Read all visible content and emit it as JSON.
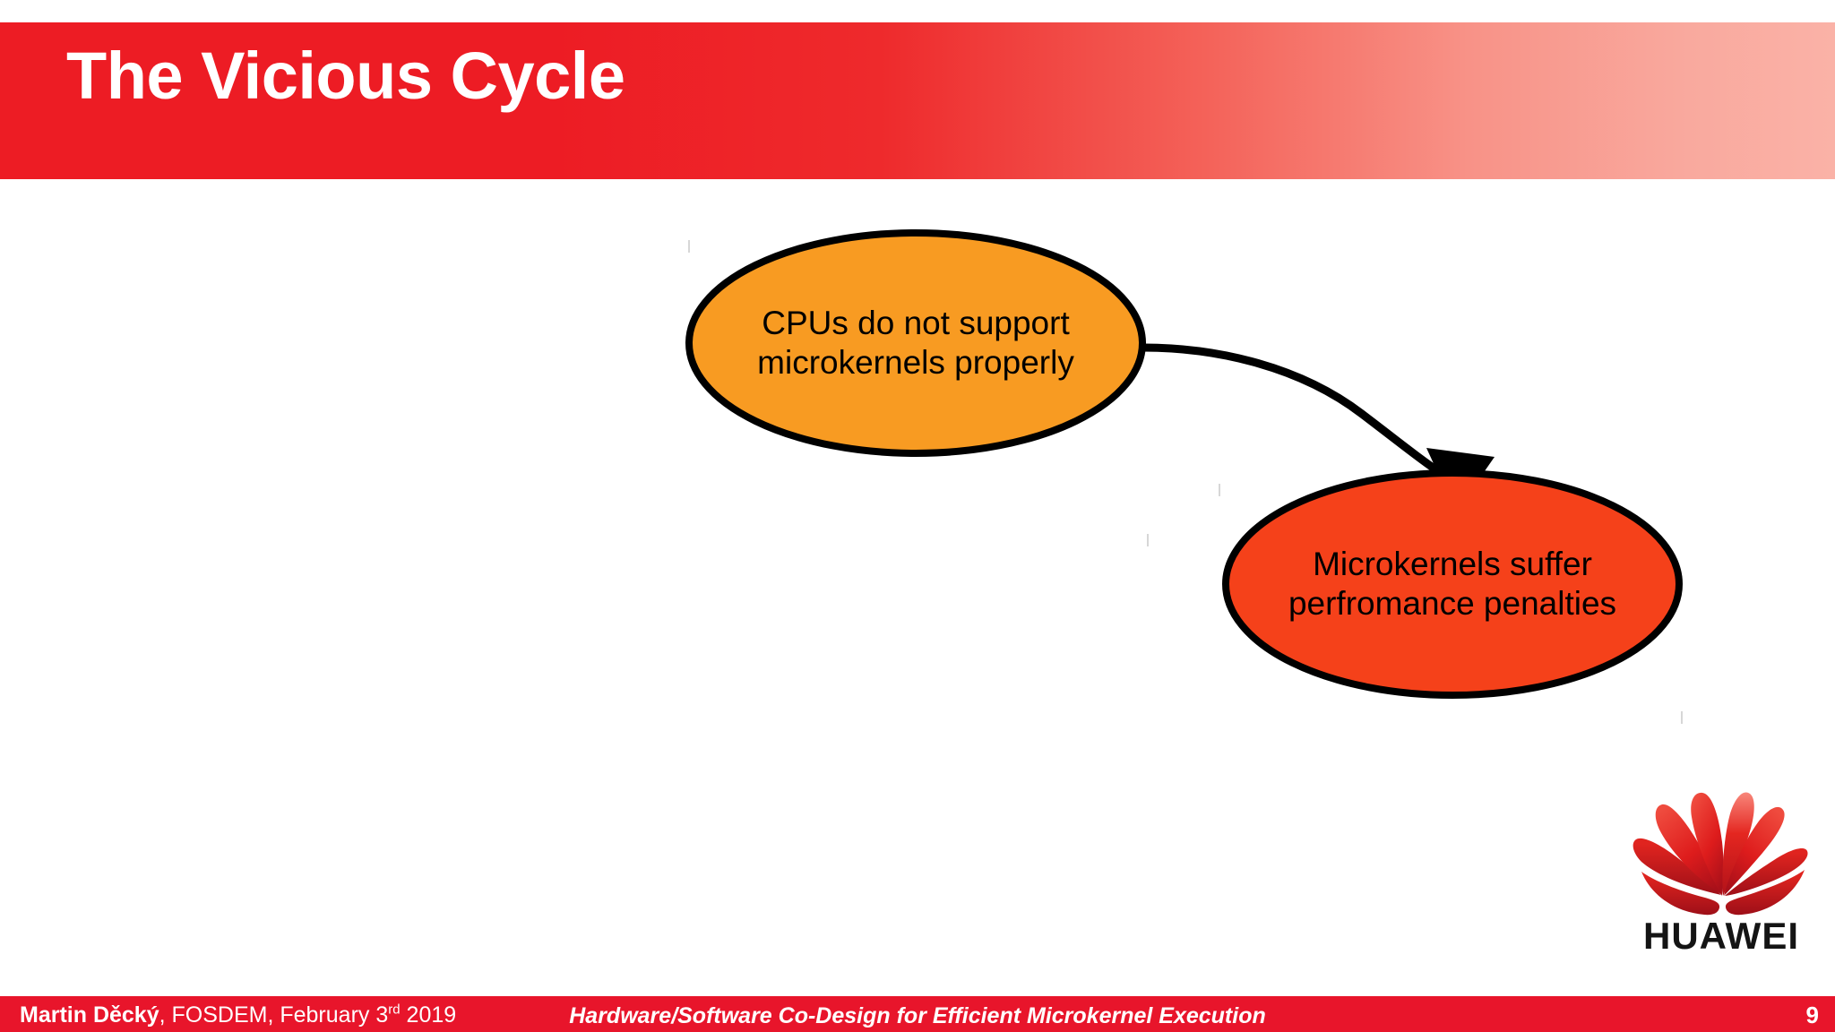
{
  "slide": {
    "title": "The Vicious Cycle",
    "page_number": "9",
    "background_color": "#FFFFFF"
  },
  "theme": {
    "title_band_start": "#ED1C24",
    "title_band_end": "#FAB2A7",
    "footer_bar": "#E8152B",
    "title_color": "#FFFFFF",
    "node_stroke": "#000000"
  },
  "diagram": {
    "type": "cycle",
    "nodes": [
      {
        "id": "cpus",
        "shape": "ellipse",
        "fill": "#F89B22",
        "line1": "CPUs do not support",
        "line2": "microkernels properly"
      },
      {
        "id": "microkernels",
        "shape": "ellipse",
        "fill": "#F5411A",
        "line1": "Microkernels suffer",
        "line2": "perfromance penalties"
      }
    ],
    "edges": [
      {
        "from": "cpus",
        "to": "microkernels",
        "style": "curved-arrow",
        "color": "#000000"
      }
    ]
  },
  "logo": {
    "name": "huawei-logo",
    "wordmark": "HUAWEI",
    "petal_color": "#E2231A",
    "wordmark_color": "#141414"
  },
  "footer": {
    "author": "Martin Děcký",
    "rest": ", FOSDEM, February 3",
    "ordinal": "rd",
    "year": " 2019",
    "center": "Hardware/Software Co-Design for Efficient Microkernel Execution",
    "page": "9"
  }
}
